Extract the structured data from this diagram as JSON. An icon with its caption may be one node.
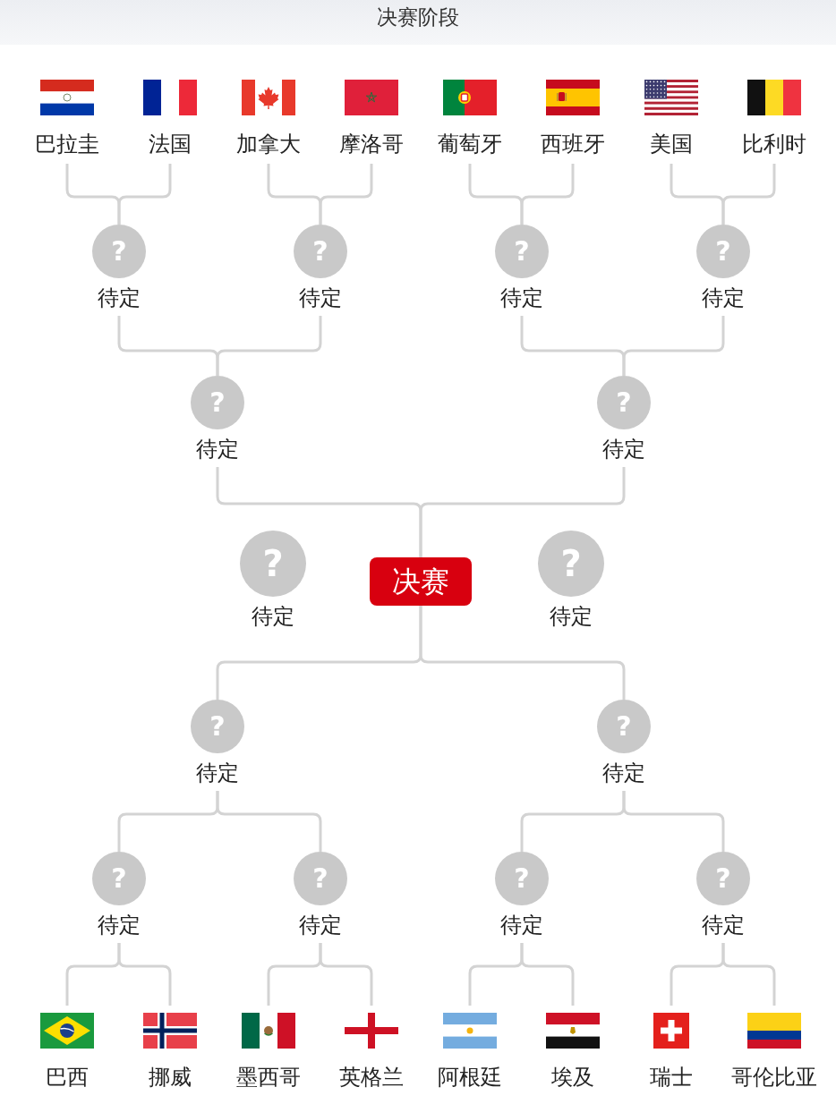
{
  "diagram": {
    "title": "决赛阶段",
    "nodes": [
      {
        "text": [
          "巴拉圭"
        ]
      },
      {
        "text": [
          "法国"
        ]
      },
      {
        "text": [
          "加拿大"
        ]
      },
      {
        "text": [
          "摩洛哥"
        ]
      },
      {
        "text": [
          "葡萄牙"
        ]
      },
      {
        "text": [
          "西班牙"
        ]
      },
      {
        "text": [
          "美国"
        ]
      },
      {
        "text": [
          "比利时"
        ]
      },
      {
        "text": [
          "?",
          "待定"
        ]
      },
      {
        "text": [
          "?",
          "待定"
        ]
      },
      {
        "text": [
          "?",
          "待定"
        ]
      },
      {
        "text": [
          "?",
          "待定"
        ]
      },
      {
        "text": [
          "?",
          "待定"
        ]
      },
      {
        "text": [
          "?",
          "待定"
        ]
      },
      {
        "text": [
          "?",
          "待定"
        ]
      },
      {
        "text": [
          "决赛"
        ]
      },
      {
        "text": [
          "?",
          "待定"
        ]
      },
      {
        "text": [
          "?",
          "待定"
        ]
      },
      {
        "text": [
          "?",
          "待定"
        ]
      },
      {
        "text": [
          "?",
          "待定"
        ]
      },
      {
        "text": [
          "?",
          "待定"
        ]
      },
      {
        "text": [
          "?",
          "待定"
        ]
      },
      {
        "text": [
          "?",
          "待定"
        ]
      },
      {
        "text": [
          "巴西"
        ]
      },
      {
        "text": [
          "挪威"
        ]
      },
      {
        "text": [
          "墨西哥"
        ]
      },
      {
        "text": [
          "英格兰"
        ]
      },
      {
        "text": [
          "阿根廷"
        ]
      },
      {
        "text": [
          "埃及"
        ]
      },
      {
        "text": [
          "瑞士"
        ]
      },
      {
        "text": [
          "哥伦比亚"
        ]
      }
    ],
    "edges": [
      {
        "from": 0,
        "to": 8,
        "arrow": "none"
      },
      {
        "from": 1,
        "to": 8,
        "arrow": "none"
      },
      {
        "from": 2,
        "to": 9,
        "arrow": "none"
      },
      {
        "from": 3,
        "to": 9,
        "arrow": "none"
      },
      {
        "from": 4,
        "to": 10,
        "arrow": "none"
      },
      {
        "from": 5,
        "to": 10,
        "arrow": "none"
      },
      {
        "from": 6,
        "to": 11,
        "arrow": "none"
      },
      {
        "from": 7,
        "to": 11,
        "arrow": "none"
      },
      {
        "from": 8,
        "to": 12,
        "arrow": "none"
      },
      {
        "from": 9,
        "to": 12,
        "arrow": "none"
      },
      {
        "from": 10,
        "to": 13,
        "arrow": "none"
      },
      {
        "from": 11,
        "to": 13,
        "arrow": "none"
      },
      {
        "from": 12,
        "to": 15,
        "arrow": "none"
      },
      {
        "from": 13,
        "to": 15,
        "arrow": "none"
      },
      {
        "from": 17,
        "to": 15,
        "arrow": "none"
      },
      {
        "from": 18,
        "to": 15,
        "arrow": "none"
      },
      {
        "from": 19,
        "to": 17,
        "arrow": "none"
      },
      {
        "from": 20,
        "to": 17,
        "arrow": "none"
      },
      {
        "from": 21,
        "to": 18,
        "arrow": "none"
      },
      {
        "from": 22,
        "to": 18,
        "arrow": "none"
      },
      {
        "from": 23,
        "to": 19,
        "arrow": "none"
      },
      {
        "from": 24,
        "to": 19,
        "arrow": "none"
      },
      {
        "from": 25,
        "to": 20,
        "arrow": "none"
      },
      {
        "from": 26,
        "to": 20,
        "arrow": "none"
      },
      {
        "from": 27,
        "to": 21,
        "arrow": "none"
      },
      {
        "from": 28,
        "to": 21,
        "arrow": "none"
      },
      {
        "from": 29,
        "to": 22,
        "arrow": "none"
      },
      {
        "from": 30,
        "to": 22,
        "arrow": "none"
      }
    ]
  }
}
